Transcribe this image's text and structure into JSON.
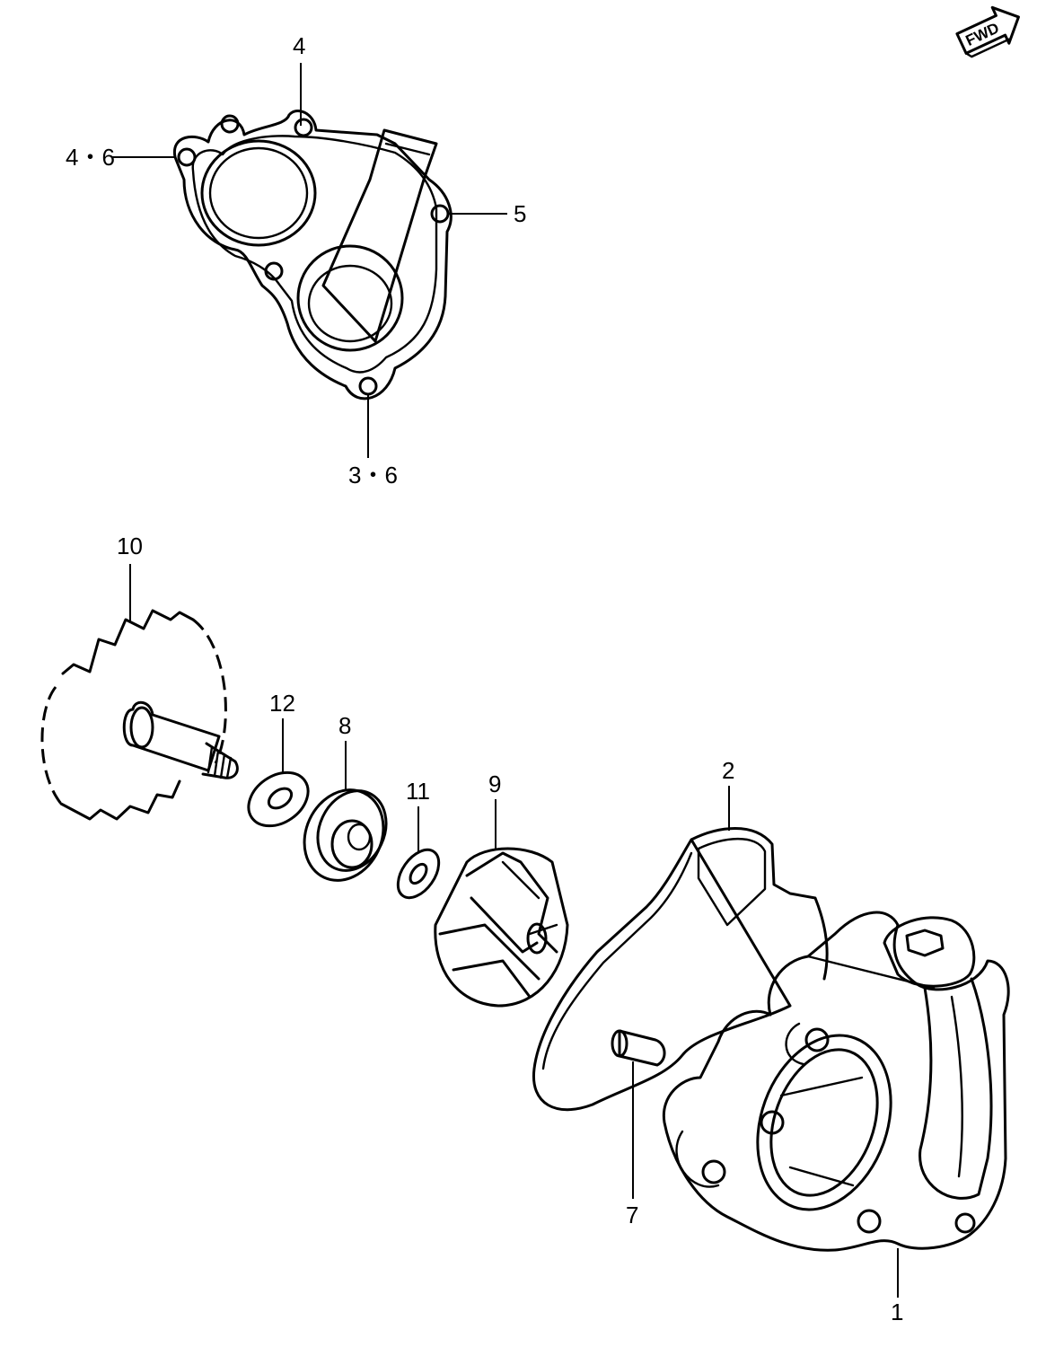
{
  "fwd_badge": {
    "label": "FWD"
  },
  "callouts": {
    "c1": "1",
    "c2": "2",
    "c3_6": "3・6",
    "c4": "4",
    "c4_6": "4・6",
    "c5": "5",
    "c7": "7",
    "c8": "8",
    "c9": "9",
    "c10": "10",
    "c11": "11",
    "c12": "12"
  },
  "icons": {
    "fwd": "forward-arrow-icon"
  }
}
